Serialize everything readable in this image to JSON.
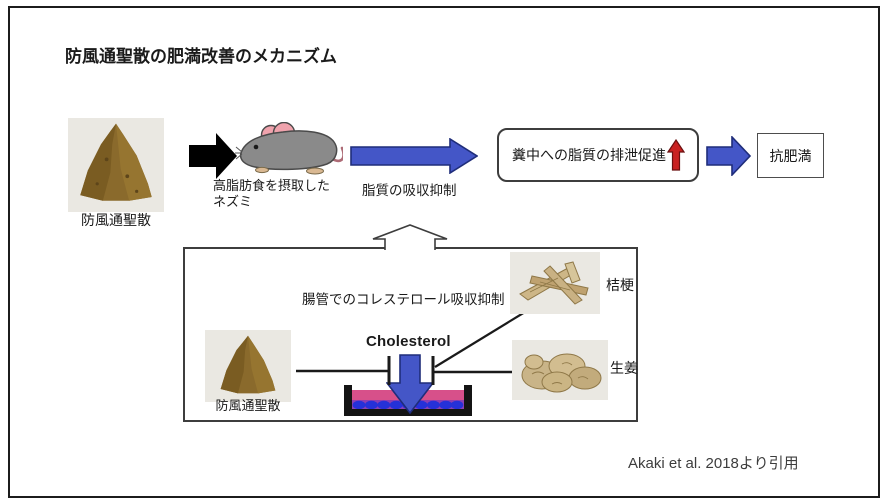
{
  "title": "防風通聖散の肥満改善のメカニズム",
  "flow": {
    "powder_label": "防風通聖散",
    "mouse_label_line1": "高脂肪食を摂取した",
    "mouse_label_line2": "ネズミ",
    "arrow1_label": "脂質の吸収抑制",
    "excretion_box_label": "糞中への脂質の排泄促進",
    "result_box_label": "抗肥満"
  },
  "detail_box": {
    "caption": "腸管でのコレステロール吸収抑制",
    "powder_label": "防風通聖散",
    "cholesterol_label": "Cholesterol",
    "herb1_label": "桔梗",
    "herb2_label": "生姜"
  },
  "attribution": "Akaki et al. 2018より引用",
  "colors": {
    "arrow_blue": "#4456c7",
    "arrow_blue_border": "#1f2d7a",
    "arrow_red": "#c92121",
    "arrow_black": "#000000",
    "dish_pink": "#d7508a",
    "dish_dots_blue": "#2531d8",
    "mouse_gray": "#8a8a8a",
    "mouse_ear_pink": "#f0a3ad",
    "powder_brown": "#8a6a2c",
    "herb_tan": "#c9b183",
    "frame_black": "#1c1c1c"
  },
  "icons": {
    "black_arrow": "right-block-arrow",
    "blue_arrow": "right-block-arrow",
    "red_arrow": "up-block-arrow",
    "white_arrow": "up-outline-arrow",
    "blue_down_arrow": "down-block-arrow",
    "inhibition": "t-bar-line"
  }
}
